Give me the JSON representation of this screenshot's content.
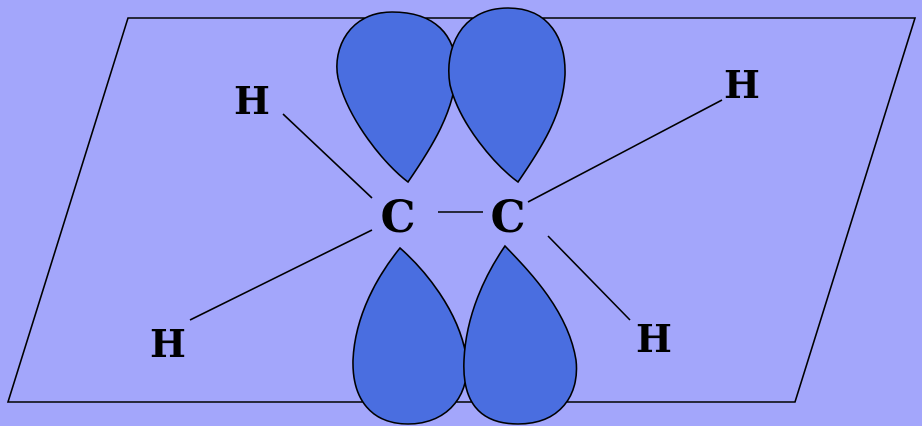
{
  "colors": {
    "background": "#a3a6fb",
    "plane_stroke": "#000000",
    "orbital_fill": "#4a6ee0",
    "orbital_stroke": "#000000",
    "bond_stroke": "#000000",
    "label_color": "#000000"
  },
  "atoms": {
    "carbon_left": "C",
    "carbon_right": "C",
    "hydrogen_top_left": "H",
    "hydrogen_top_right": "H",
    "hydrogen_bottom_left": "H",
    "hydrogen_bottom_right": "H"
  }
}
